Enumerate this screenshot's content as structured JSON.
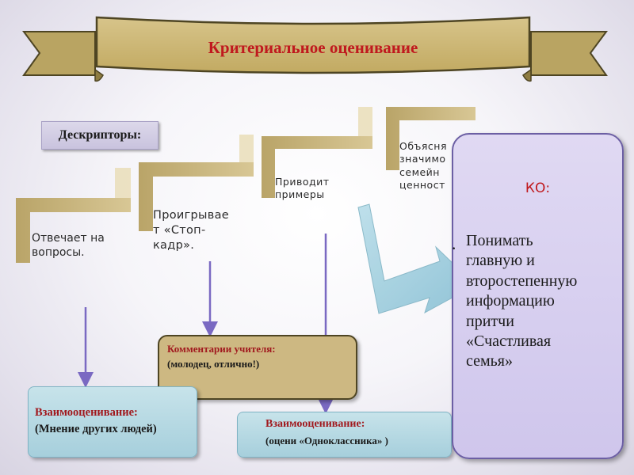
{
  "title": "Критериальное оценивание",
  "descriptors_label": "Дескрипторы:",
  "steps": [
    {
      "lines": [
        "Отвечает на",
        "вопросы."
      ]
    },
    {
      "lines": [
        "Проигрывае",
        "т «Стоп-",
        "кадр»."
      ]
    },
    {
      "lines": [
        "Приводит",
        "примеры"
      ]
    },
    {
      "lines": [
        "Объясня",
        "значимо",
        "семейн",
        "ценност"
      ]
    }
  ],
  "teacher_comments": {
    "title": "Комментарии учителя:",
    "text": "(молодец, отлично!)"
  },
  "peer_assessment_1": {
    "title": "Взаимооценивание:",
    "text": "(Мнение других людей)"
  },
  "peer_assessment_2": {
    "title": "Взаимооценивание:",
    "text": "(оцени «Одноклассника» )"
  },
  "ko": {
    "title": "КО:",
    "bullet": "•",
    "lines": [
      "Понимать",
      "главную и",
      "второстепенную",
      "информацию",
      "притчи",
      "«Счастливая",
      "семья»"
    ]
  },
  "colors": {
    "banner_fill": "#cbb571",
    "banner_stroke": "#4e4523",
    "title_red": "#c0191e",
    "step_gold": "#cdb882",
    "arrow_purple": "#7a69c2",
    "connector_blue": "#9fcfe0",
    "ko_fill": "#dcd4f1"
  }
}
